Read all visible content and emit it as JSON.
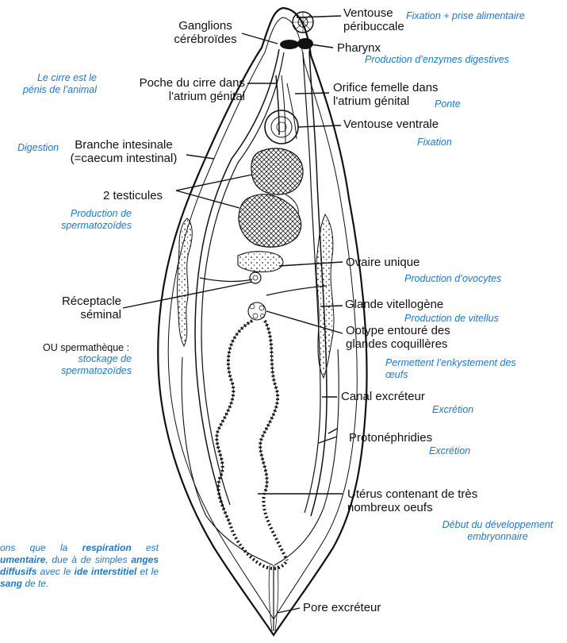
{
  "labels": {
    "ventouse_peribuccale": [
      "Ventouse",
      "péribuccale"
    ],
    "ganglions": [
      "Ganglions",
      "cérébroïdes"
    ],
    "pharynx": "Pharynx",
    "poche_cirre": [
      "Poche du cirre dans",
      "l'atrium génital"
    ],
    "orifice_femelle": [
      "Orifice femelle dans",
      "l'atrium génital"
    ],
    "ventouse_ventrale": "Ventouse ventrale",
    "branche_intestinale": [
      "Branche intesinale",
      "(=caecum intestinal)"
    ],
    "testicules": "2 testicules",
    "ovaire": "Ovaire unique",
    "glande_vitellogene": "Glande vitellogène",
    "receptacle": [
      "Réceptacle",
      "séminal"
    ],
    "ootype": [
      "Ootype entouré des",
      "glandes coquillères"
    ],
    "canal_excreteur": "Canal excréteur",
    "protonephridies": "Protonéphridies",
    "uterus": [
      "Utérus contenant de très",
      "nombreux oeufs"
    ],
    "pore_excreteur": "Pore excréteur",
    "ou_spermatheque": "OU spermathèque :"
  },
  "functions": {
    "fixation_prise": "Fixation + prise alimentaire",
    "enzymes": "Production d’enzymes digestives",
    "cirre": [
      "Le cirre est le",
      "pénis de l’animal"
    ],
    "ponte": "Ponte",
    "fixation": "Fixation",
    "digestion": "Digestion",
    "spermatozoides": [
      "Production de",
      "spermatozoïdes"
    ],
    "ovocytes": "Production d’ovocytes",
    "vitellus": "Production de vitellus",
    "stockage": [
      "stockage de",
      "spermatozoïdes"
    ],
    "enkystement": [
      "Permettent l’enkystement des",
      "œufs"
    ],
    "excretion_canal": "Excrétion",
    "excretion_proto": "Excrétion",
    "developpement": [
      "Début du développement",
      "embryonnaire"
    ]
  },
  "note": {
    "t1": "ons que la ",
    "t2": "respiration",
    "t3": " est ",
    "t4": "umentaire",
    "t5": ", due à de simples ",
    "t6": "anges diffusifs",
    "t7": " avec le ",
    "t8": "ide interstitiel",
    "t9": " et le ",
    "t10": "sang",
    "t11": " de ",
    "t12": "te."
  },
  "colors": {
    "label": "#111111",
    "function": "#1f77c8",
    "line": "#111111"
  }
}
